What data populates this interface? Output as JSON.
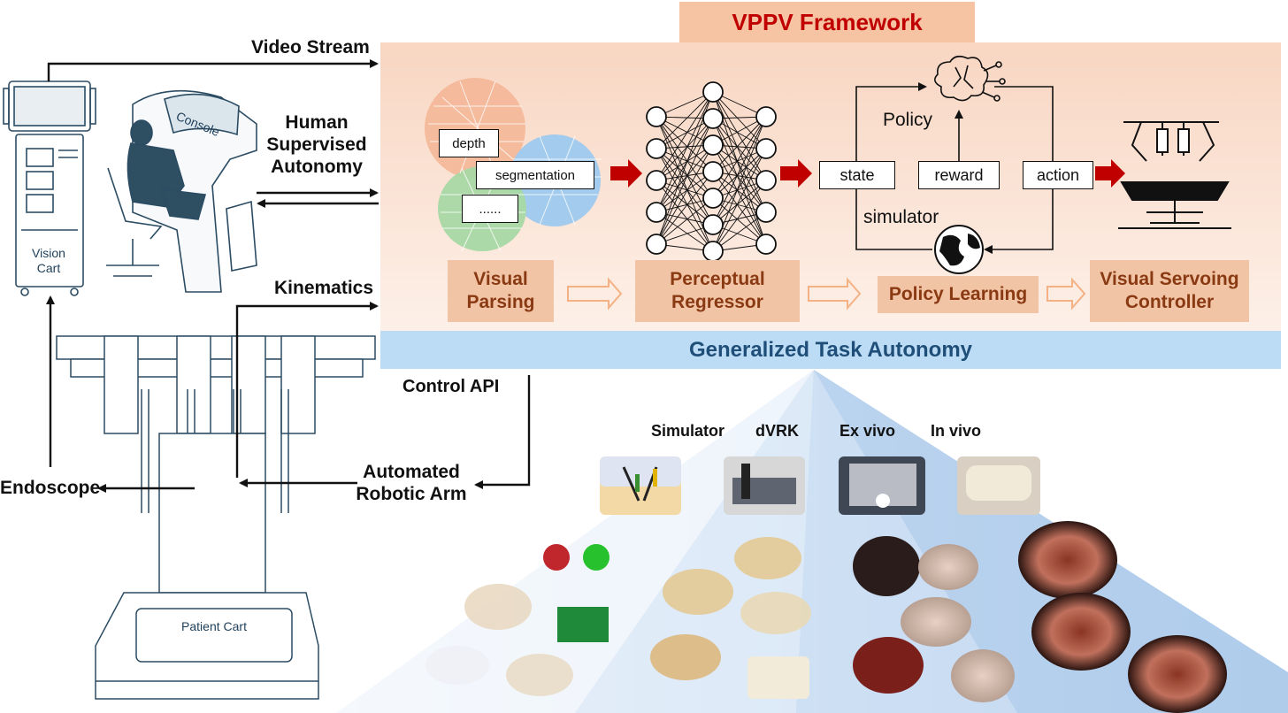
{
  "framework": {
    "title": "VPPV Framework",
    "title_color": "#c00000",
    "banner_color": "#f6c3a3",
    "panel_color": "#fbe4d7"
  },
  "inputs": {
    "video_stream": "Video Stream",
    "human_supervised_autonomy": "Human Supervised Autonomy",
    "kinematics": "Kinematics",
    "control_api": "Control API",
    "automated_robotic_arm": "Automated Robotic Arm",
    "endoscope": "Endoscope"
  },
  "carts": {
    "vision_cart": "Vision Cart",
    "console": "Console",
    "patient_cart": "Patient Cart"
  },
  "perception_tags": [
    "depth",
    "segmentation",
    "......"
  ],
  "rl_loop": {
    "policy": "Policy",
    "simulator": "simulator",
    "state": "state",
    "reward": "reward",
    "action": "action"
  },
  "stages": [
    "Visual Parsing",
    "Perceptual Regressor",
    "Policy Learning",
    "Visual Servoing Controller"
  ],
  "autonomy_banner": {
    "label": "Generalized Task Autonomy",
    "color": "#bcdcf5",
    "text_color": "#1f4e79"
  },
  "platforms": [
    "Simulator",
    "dVRK",
    "Ex vivo",
    "In vivo"
  ],
  "colors": {
    "arrow_red": "#c00000",
    "arrow_orange": "#f4b183",
    "line_art": "#2b4c63",
    "pyramid_blue": "#c5dbf2"
  }
}
